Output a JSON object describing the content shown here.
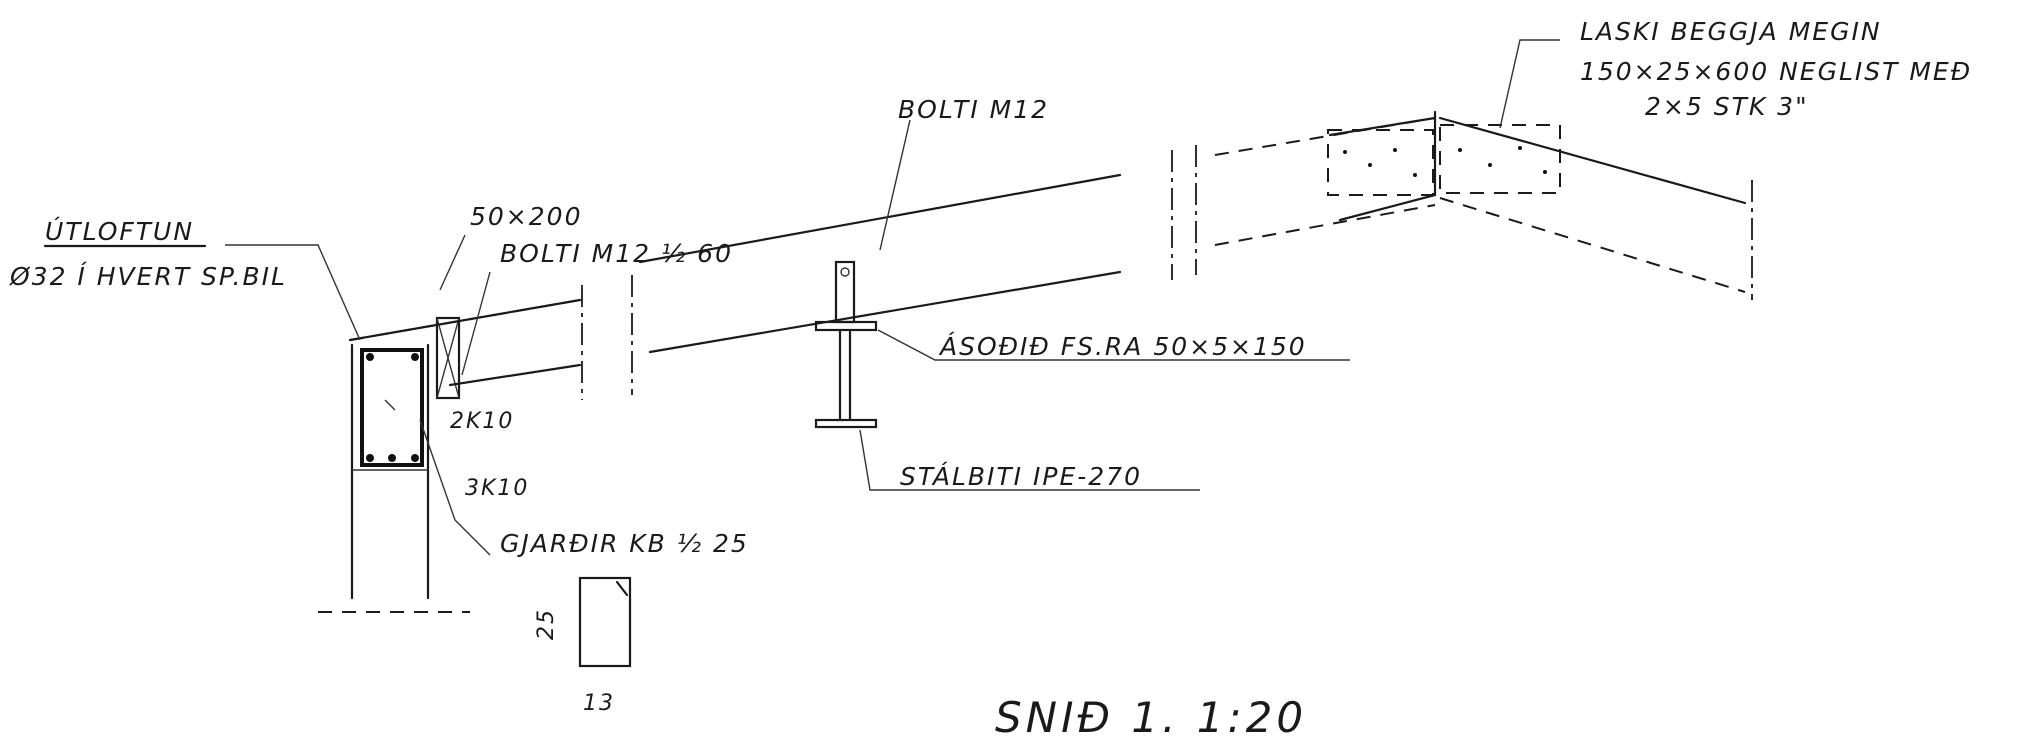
{
  "drawing": {
    "title": "SNIÐ 1. 1:20",
    "labels": {
      "utloftun": "ÚTLOFTUN",
      "utloftun_spec": "Ø32 Í HVERT SP.BIL",
      "rafter_size": "50×200",
      "bolt_m12_60": "BOLTI M12 ½ 60",
      "bolt_m12": "BOLTI M12",
      "plate": "ÁSOÐIÐ FS.RA 50×5×150",
      "steel_beam": "STÁLBITI IPE-270",
      "rebar_top": "2K10",
      "rebar_bottom": "3K10",
      "ring_beam": "GJARÐIR KB ½ 25",
      "dim_height": "25",
      "dim_width": "13",
      "splice_line1": "LASKI BEGGJA MEGIN",
      "splice_line2": "150×25×600 NEGLIST MEÐ",
      "splice_line3": "2×5 STK 3\""
    }
  }
}
